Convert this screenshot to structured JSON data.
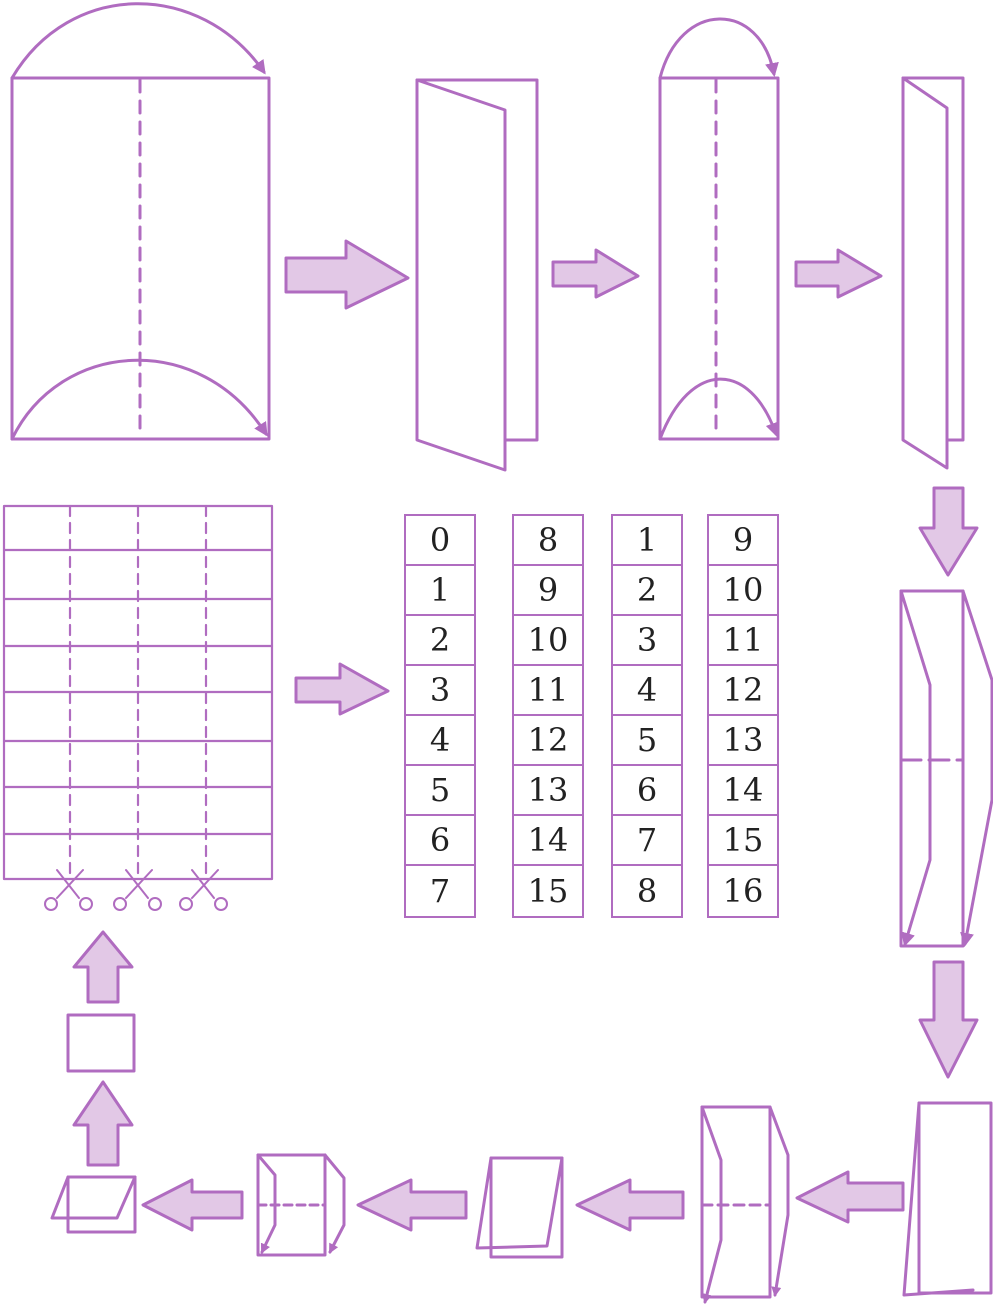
{
  "colors": {
    "stroke": "#b06cc0",
    "arrow_fill": "#e2c8e6",
    "arrow_stroke": "#b06cc0",
    "text": "#222222"
  },
  "number_columns": [
    [
      "0",
      "1",
      "2",
      "3",
      "4",
      "5",
      "6",
      "7"
    ],
    [
      "8",
      "9",
      "10",
      "11",
      "12",
      "13",
      "14",
      "15"
    ],
    [
      "1",
      "2",
      "3",
      "4",
      "5",
      "6",
      "7",
      "8"
    ],
    [
      "9",
      "10",
      "11",
      "12",
      "13",
      "14",
      "15",
      "16"
    ]
  ],
  "icons": {
    "cut_marks": "scissors-icon"
  }
}
